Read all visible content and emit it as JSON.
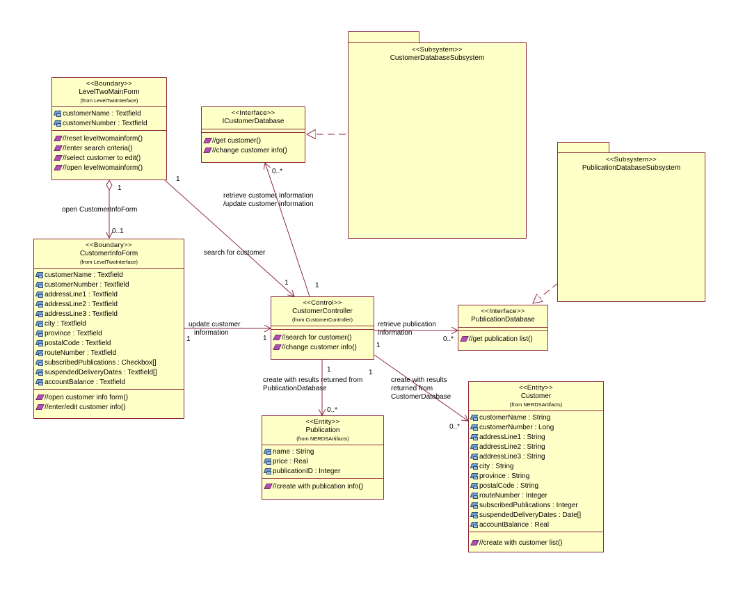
{
  "packages": {
    "customer_db": {
      "stereotype": "<<Subsystem>>",
      "name": "CustomerDatabaseSubsystem"
    },
    "publication_db": {
      "stereotype": "<<Subsystem>>",
      "name": "PublicationDatabaseSubsystem"
    }
  },
  "classes": {
    "level_two_main_form": {
      "stereotype": "<<Boundary>>",
      "name": "LevelTwoMainForm",
      "from": "(from LevelTwoInterface)",
      "attributes": [
        "customerName : Textfield",
        "customerNumber : Textfield"
      ],
      "operations": [
        "//reset leveltwomainform()",
        "//enter search criteria()",
        "//select customer to edit()",
        "//open leveltwomainform()"
      ]
    },
    "icustomer_database": {
      "stereotype": "<<Interface>>",
      "name": "ICustomerDatabase",
      "operations": [
        "//get customer()",
        "//change customer info()"
      ]
    },
    "customer_info_form": {
      "stereotype": "<<Boundary>>",
      "name": "CustomerInfoForm",
      "from": "(from LevelTwoInterface)",
      "attributes": [
        "customerName : Textfield",
        "customerNumber : Textfield",
        "addressLine1 : Textfield",
        "addressLine2 : Textfield",
        "addressLine3 : Textfield",
        "city : Textfield",
        "province : Textfield",
        "postalCode : Textfield",
        "routeNumber : Textfield",
        "subscribedPublications : Checkbox[]",
        "suspendedDeliveryDates : Textfield[]",
        "accountBalance : Textfield"
      ],
      "operations": [
        "//open customer info form()",
        "//enter/edit customer info()"
      ]
    },
    "customer_controller": {
      "stereotype": "<<Control>>",
      "name": "CustomerController",
      "from": "(from CustomerController)",
      "operations": [
        "//search for customer()",
        "//change customer info()"
      ]
    },
    "publication_database": {
      "stereotype": "<<Interface>>",
      "name": "PublicationDatabase",
      "operations": [
        "//get publication list()"
      ]
    },
    "publication": {
      "stereotype": "<<Entity>>",
      "name": "Publication",
      "from": "(from NERDSArtifacts)",
      "attributes": [
        "name : String",
        "price : Real",
        "publicationID : Integer"
      ],
      "operations": [
        "//create with publication info()"
      ]
    },
    "customer": {
      "stereotype": "<<Entity>>",
      "name": "Customer",
      "from": "(from NERDSArtifacts)",
      "attributes": [
        "customerName : String",
        "customerNumber : Long",
        "addressLine1 : String",
        "addressLine2 : String",
        "addressLine3 : String",
        "city : String",
        "province : String",
        "postalCode : String",
        "routeNumber : Integer",
        "subscribedPublications : Integer",
        "suspendedDeliveryDates : Date[]",
        "accountBalance : Real"
      ],
      "operations": [
        "//create with customer list()"
      ]
    }
  },
  "association_labels": {
    "open_info_form": "open CustomerInfoForm",
    "search_for_customer": "search for customer",
    "retrieve_update_customer": [
      "retrieve customer information",
      "/update customer information"
    ],
    "update_customer_info": [
      "update customer",
      "information"
    ],
    "retrieve_publication_info": [
      "retrieve publication",
      "information"
    ],
    "create_publication": [
      "create with results returned from",
      "PublicationDatabase"
    ],
    "create_customer": [
      "create with results",
      "returned from",
      "CustomerDatabase"
    ]
  },
  "multiplicities": {
    "main_to_info_src": "1",
    "main_to_info_dst": "0..1",
    "main_to_ctrl_src": "1",
    "main_to_ctrl_dst": "1",
    "ctrl_to_icust_src": "1",
    "ctrl_to_icust_dst": "0..*",
    "info_to_ctrl_src": "1",
    "info_to_ctrl_dst": "1",
    "ctrl_to_pubdb_src": "1",
    "ctrl_to_pubdb_dst": "0..*",
    "ctrl_to_pub_src": "1",
    "ctrl_to_pub_dst": "0..*",
    "ctrl_to_cust_src": "1",
    "ctrl_to_cust_dst": "0..*"
  },
  "colors": {
    "class_fill": "#ffffc8",
    "class_border": "#8c2a3e",
    "line": "#8c2a3e",
    "attribute_icon": "#6fa2c8",
    "operation_icon": "#b24db2"
  }
}
